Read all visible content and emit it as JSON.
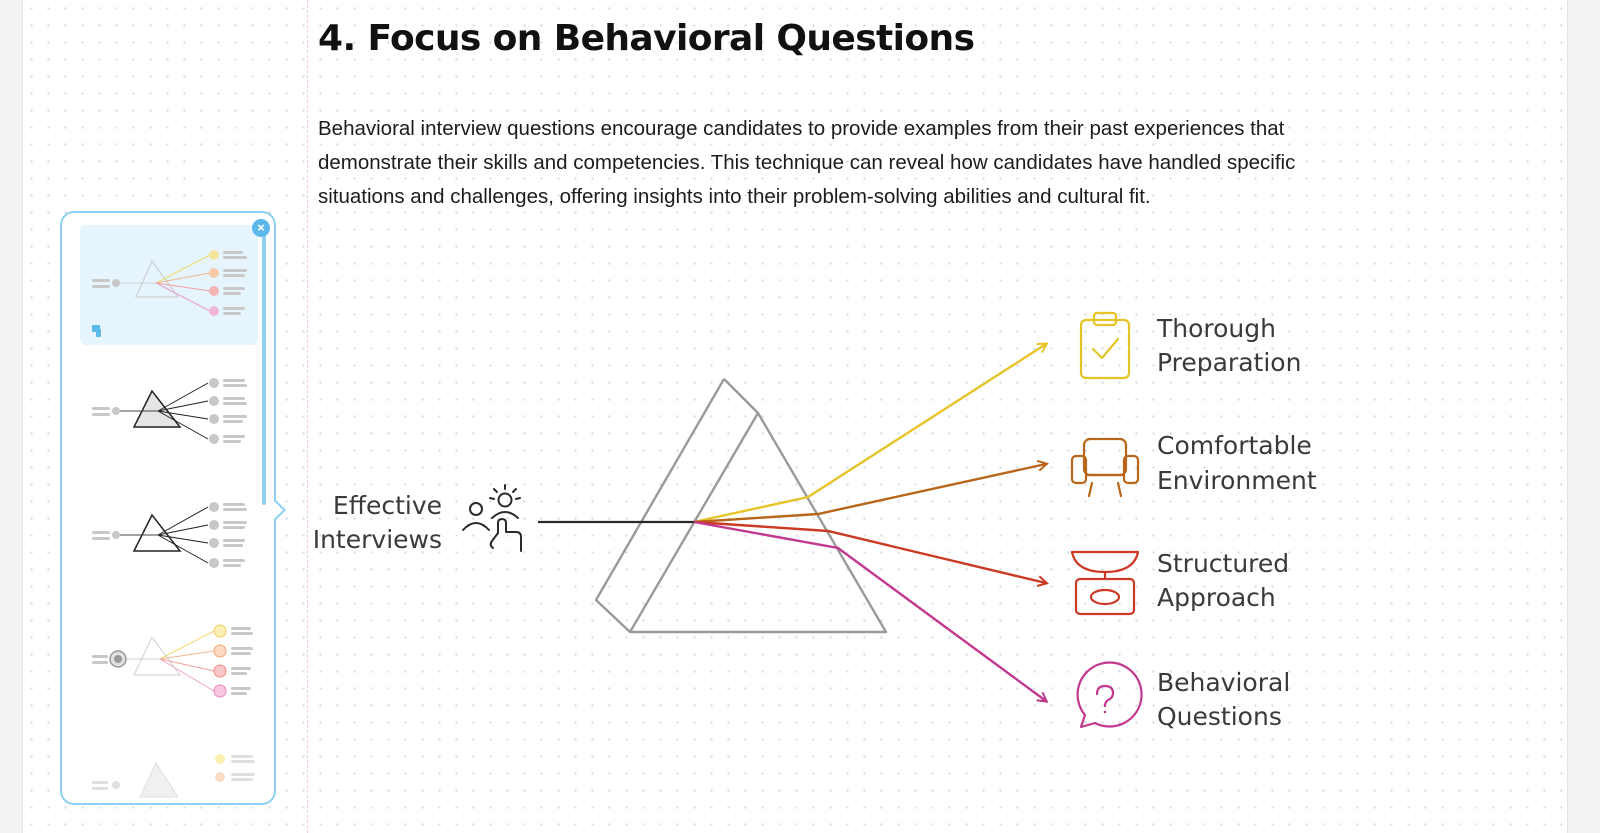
{
  "article": {
    "heading": "4. Focus on Behavioral Questions",
    "paragraph": "Behavioral interview questions encourage candidates to provide examples from their past experiences that demonstrate their skills and competencies. This technique can reveal how candidates have handled specific situations and challenges, offering insights into their problem-solving abilities and cultural fit."
  },
  "diagram": {
    "source_label_line1": "Effective",
    "source_label_line2": "Interviews",
    "source_icon": "people-hand-icon",
    "outputs": [
      {
        "line1": "Thorough",
        "line2": "Preparation",
        "icon": "clipboard-check-icon",
        "color": "#e6c428"
      },
      {
        "line1": "Comfortable",
        "line2": "Environment",
        "icon": "armchair-icon",
        "color": "#b8661a"
      },
      {
        "line1": "Structured",
        "line2": "Approach",
        "icon": "scale-icon",
        "color": "#cc3a25"
      },
      {
        "line1": "Behavioral",
        "line2": "Questions",
        "icon": "question-bubble-icon",
        "color": "#c2388f"
      }
    ],
    "prism_color": "#9a9a9a"
  },
  "thumbnail_panel": {
    "close_icon": "close-icon",
    "variants": [
      "pastel-prism",
      "mono-prism",
      "mono-prism-outline",
      "circle-pastel-prism",
      "faded-prism"
    ],
    "selected_index": 0
  }
}
